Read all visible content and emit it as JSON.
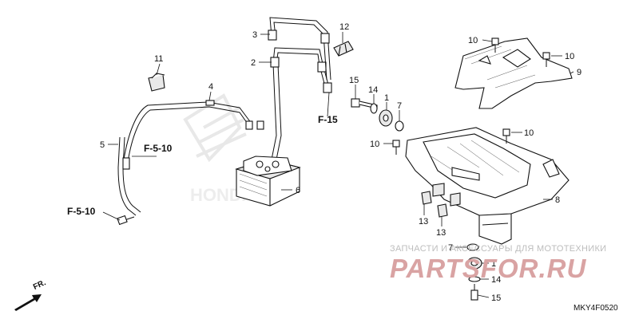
{
  "part_numbers": [
    "1",
    "2",
    "3",
    "4",
    "5",
    "6",
    "7",
    "8",
    "9",
    "10",
    "11",
    "12",
    "13",
    "14",
    "15"
  ],
  "references": {
    "f15": "F-15",
    "f510": "F-5-10"
  },
  "direction_label": "FR.",
  "diagram_code": "MKY4F0520",
  "watermark": {
    "caption": "ЗАПЧАСТИ И АКСЕССУАРЫ ДЛЯ МОТОТЕХНИКИ",
    "logo": "PARTSFOR.RU",
    "background_mark": "HONDA"
  },
  "colors": {
    "line": "#111111",
    "watermark_text": "#bdbdbd",
    "watermark_logo": "#d9a3a3",
    "background_mark": "#efefef"
  }
}
